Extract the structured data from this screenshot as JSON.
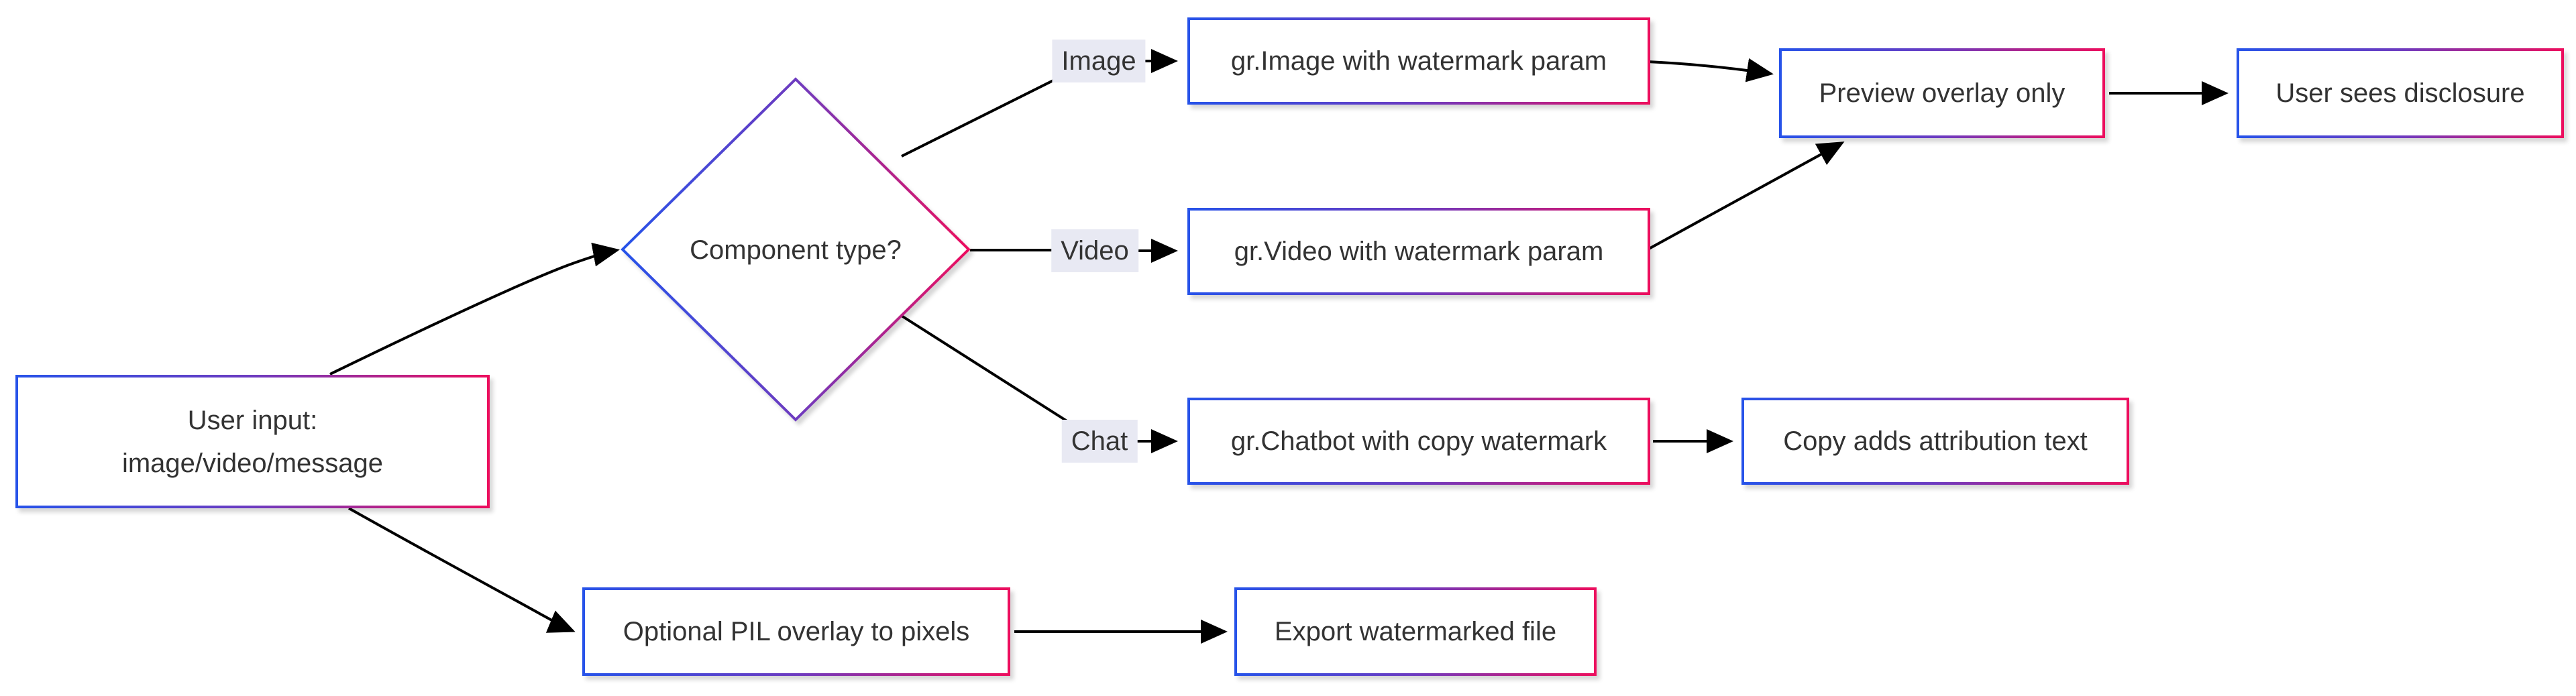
{
  "diagram": {
    "type": "flowchart",
    "direction": "left-to-right",
    "background": "#ffffff"
  },
  "colors": {
    "g_start": "#2753e9",
    "g_mid": "#6d3bc0",
    "g_end": "#ec0e5e",
    "edge_color": "#000000",
    "text_color": "#333333",
    "label_bg": "#e8e9f3",
    "canvas_bg": "#ffffff"
  },
  "nodes": {
    "user_input": {
      "label": "User input:\nimage/video/message",
      "shape": "rect"
    },
    "component_type": {
      "label": "Component type?",
      "shape": "diamond"
    },
    "gr_image": {
      "label": "gr.Image with watermark param",
      "shape": "rect"
    },
    "gr_video": {
      "label": "gr.Video with watermark param",
      "shape": "rect"
    },
    "gr_chatbot": {
      "label": "gr.Chatbot with copy watermark",
      "shape": "rect"
    },
    "preview_overlay": {
      "label": "Preview overlay only",
      "shape": "rect"
    },
    "user_sees_disclosure": {
      "label": "User sees disclosure",
      "shape": "rect"
    },
    "copy_attribution": {
      "label": "Copy adds attribution text",
      "shape": "rect"
    },
    "pil_overlay": {
      "label": "Optional PIL overlay to pixels",
      "shape": "rect"
    },
    "export_file": {
      "label": "Export watermarked file",
      "shape": "rect"
    }
  },
  "edge_labels": {
    "image": "Image",
    "video": "Video",
    "chat": "Chat"
  },
  "edges": [
    {
      "from": "user_input",
      "to": "component_type",
      "label": ""
    },
    {
      "from": "user_input",
      "to": "pil_overlay",
      "label": ""
    },
    {
      "from": "component_type",
      "to": "gr_image",
      "label": "Image"
    },
    {
      "from": "component_type",
      "to": "gr_video",
      "label": "Video"
    },
    {
      "from": "component_type",
      "to": "gr_chatbot",
      "label": "Chat"
    },
    {
      "from": "gr_image",
      "to": "preview_overlay",
      "label": ""
    },
    {
      "from": "gr_video",
      "to": "preview_overlay",
      "label": ""
    },
    {
      "from": "preview_overlay",
      "to": "user_sees_disclosure",
      "label": ""
    },
    {
      "from": "gr_chatbot",
      "to": "copy_attribution",
      "label": ""
    },
    {
      "from": "pil_overlay",
      "to": "export_file",
      "label": ""
    }
  ]
}
